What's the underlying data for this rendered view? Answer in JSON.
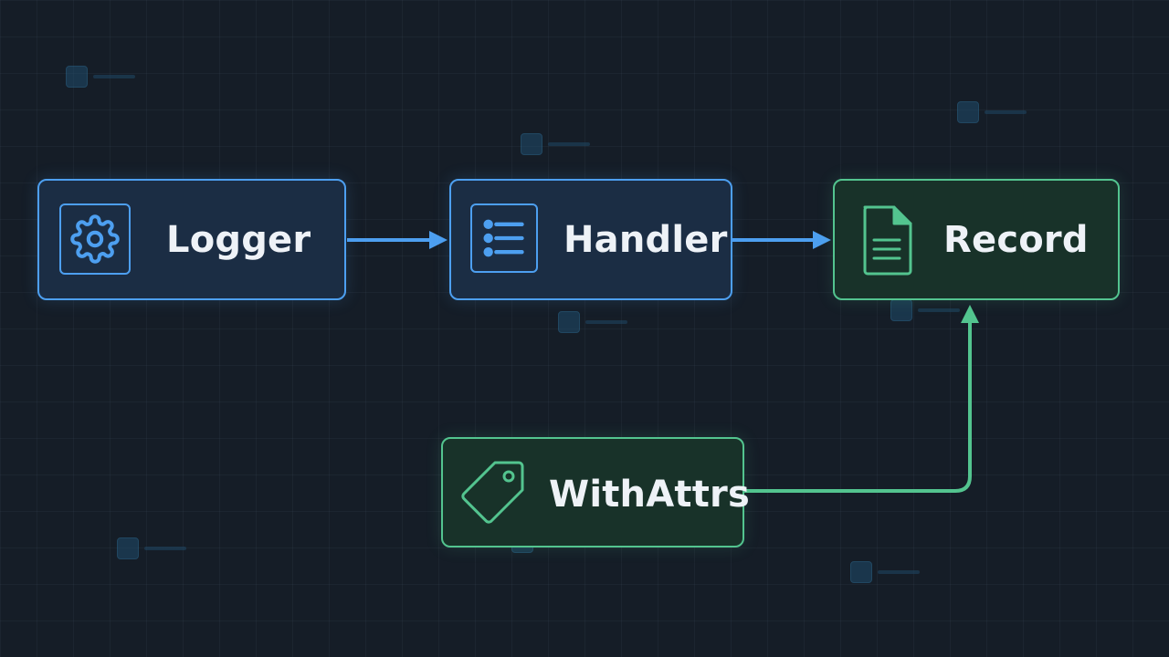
{
  "diagram": {
    "nodes": {
      "logger": {
        "label": "Logger",
        "icon": "gear-icon"
      },
      "handler": {
        "label": "Handler",
        "icon": "list-icon"
      },
      "record": {
        "label": "Record",
        "icon": "document-icon"
      },
      "withattrs": {
        "label": "WithAttrs",
        "icon": "tag-icon"
      }
    },
    "edges": [
      {
        "from": "Logger",
        "to": "Handler"
      },
      {
        "from": "Handler",
        "to": "Record"
      },
      {
        "from": "WithAttrs",
        "to": "Record"
      }
    ],
    "colors": {
      "background": "#151d27",
      "blue_accent": "#4d9ff0",
      "green_accent": "#53c48f",
      "label_text": "#eef2f7"
    }
  }
}
